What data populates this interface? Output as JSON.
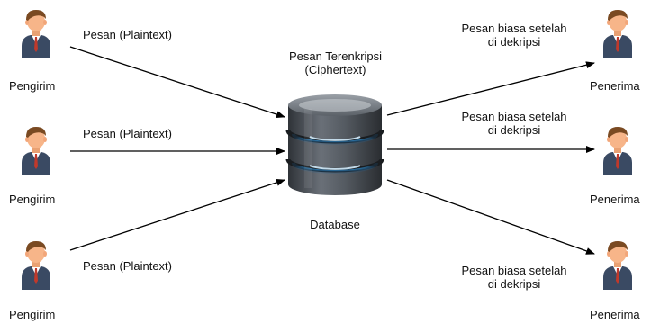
{
  "senders": [
    {
      "label": "Pengirim",
      "message": "Pesan (Plaintext)"
    },
    {
      "label": "Pengirim",
      "message": "Pesan (Plaintext)"
    },
    {
      "label": "Pengirim",
      "message": "Pesan (Plaintext)"
    }
  ],
  "receivers": [
    {
      "label": "Penerima",
      "message_line1": "Pesan biasa setelah",
      "message_line2": "di dekripsi"
    },
    {
      "label": "Penerima",
      "message_line1": "Pesan biasa setelah",
      "message_line2": "di dekripsi"
    },
    {
      "label": "Penerima",
      "message_line1": "Pesan biasa setelah",
      "message_line2": "di dekripsi"
    }
  ],
  "database": {
    "title_line1": "Pesan Terenkripsi",
    "title_line2": "(Ciphertext)",
    "label": "Database"
  },
  "icons": {
    "person": "user-icon",
    "database": "database-icon"
  },
  "colors": {
    "skin": "#F7B589",
    "hair": "#7A4A22",
    "suit": "#3A4A63",
    "tie": "#C0392B",
    "db_body": "#4A4F55",
    "db_glow": "#3AA0E6",
    "arrow": "#000000"
  }
}
